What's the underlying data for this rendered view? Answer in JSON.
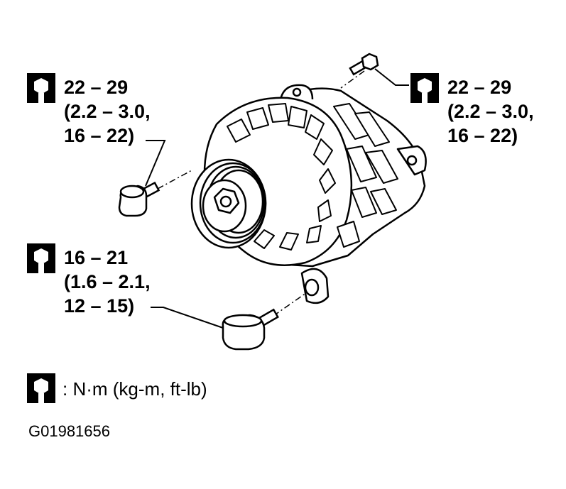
{
  "callouts": {
    "top_left": {
      "lines": [
        "22 – 29",
        "(2.2 – 3.0,",
        "16 – 22)"
      ],
      "icon": "torque-wrench-icon"
    },
    "top_right": {
      "lines": [
        "22 – 29",
        "(2.2 – 3.0,",
        "16 – 22)"
      ],
      "icon": "torque-wrench-icon"
    },
    "bottom_left": {
      "lines": [
        "16 – 21",
        "(1.6 – 2.1,",
        "12 – 15)"
      ],
      "icon": "torque-wrench-icon"
    }
  },
  "legend": {
    "text": ": N·m (kg-m, ft-lb)",
    "icon": "torque-wrench-icon"
  },
  "figure_id": "G01981656"
}
